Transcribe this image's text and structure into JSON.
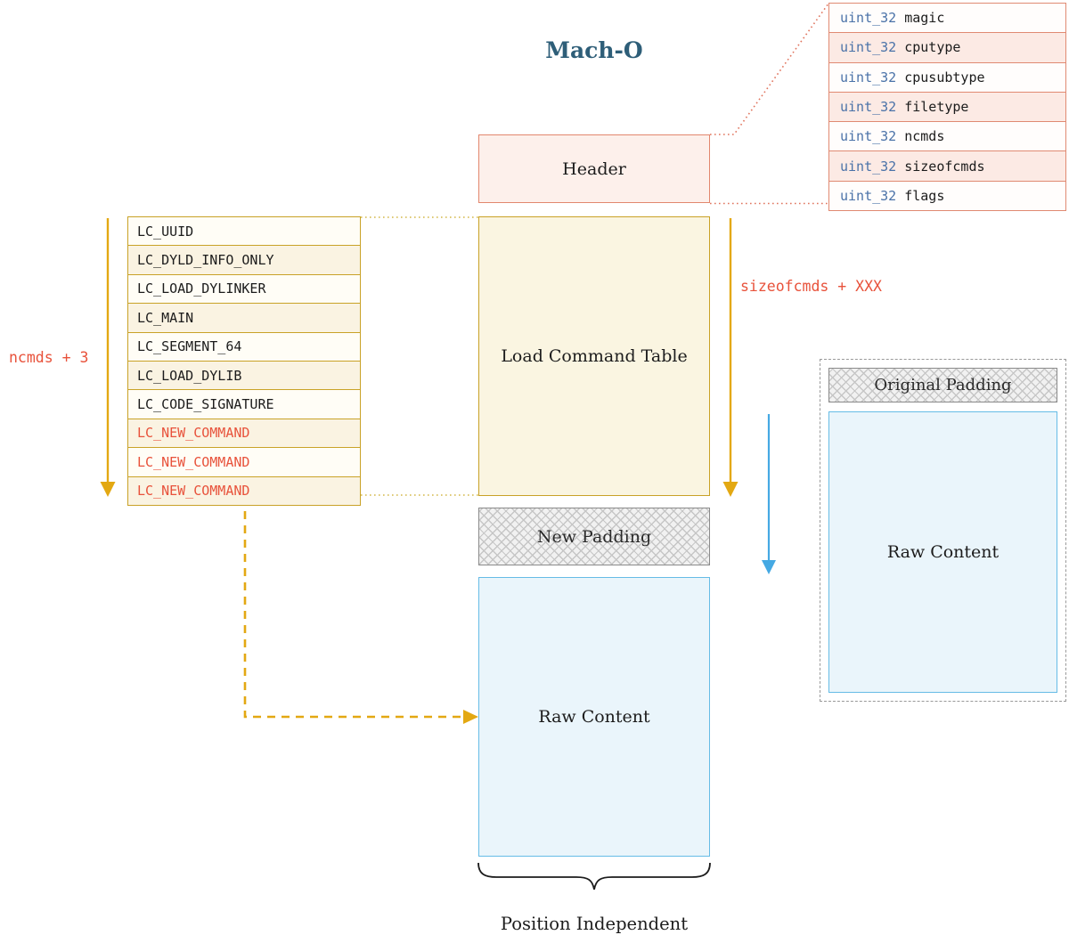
{
  "title": "Mach-O",
  "header": {
    "label": "Header"
  },
  "struct": {
    "rows": [
      {
        "type": "uint_32",
        "name": "magic"
      },
      {
        "type": "uint_32",
        "name": "cputype"
      },
      {
        "type": "uint_32",
        "name": "cpusubtype"
      },
      {
        "type": "uint_32",
        "name": "filetype"
      },
      {
        "type": "uint_32",
        "name": "ncmds"
      },
      {
        "type": "uint_32",
        "name": "sizeofcmds"
      },
      {
        "type": "uint_32",
        "name": "flags"
      }
    ]
  },
  "lc_table": {
    "rows": [
      {
        "label": "LC_UUID"
      },
      {
        "label": "LC_DYLD_INFO_ONLY"
      },
      {
        "label": "LC_LOAD_DYLINKER"
      },
      {
        "label": "LC_MAIN"
      },
      {
        "label": "LC_SEGMENT_64"
      },
      {
        "label": "LC_LOAD_DYLIB"
      },
      {
        "label": "LC_CODE_SIGNATURE"
      },
      {
        "label": "LC_NEW_COMMAND"
      },
      {
        "label": "LC_NEW_COMMAND"
      },
      {
        "label": "LC_NEW_COMMAND"
      }
    ]
  },
  "load_command_table": {
    "label": "Load Command Table"
  },
  "new_padding": {
    "label": "New Padding"
  },
  "raw_content": {
    "label": "Raw Content"
  },
  "original_padding": {
    "label": "Original Padding",
    "raw_content": "Raw Content"
  },
  "annotations": {
    "ncmds": "ncmds + 3",
    "sizeofcmds": "sizeofcmds + XXX",
    "position_independent": "Position Independent"
  },
  "colors": {
    "title_blue": "#2e5e78",
    "type_blue": "#4a72a8",
    "salmon_border": "#e08a72",
    "pink_fill": "#fdf0eb",
    "gold_border": "#c9a227",
    "cream_fill": "#faf5e1",
    "gold_arrow": "#e3a812",
    "blue_border": "#66bce6",
    "blue_fill": "#eaf5fb",
    "blue_arrow": "#45a9e3",
    "accent_red": "#e8523b"
  }
}
